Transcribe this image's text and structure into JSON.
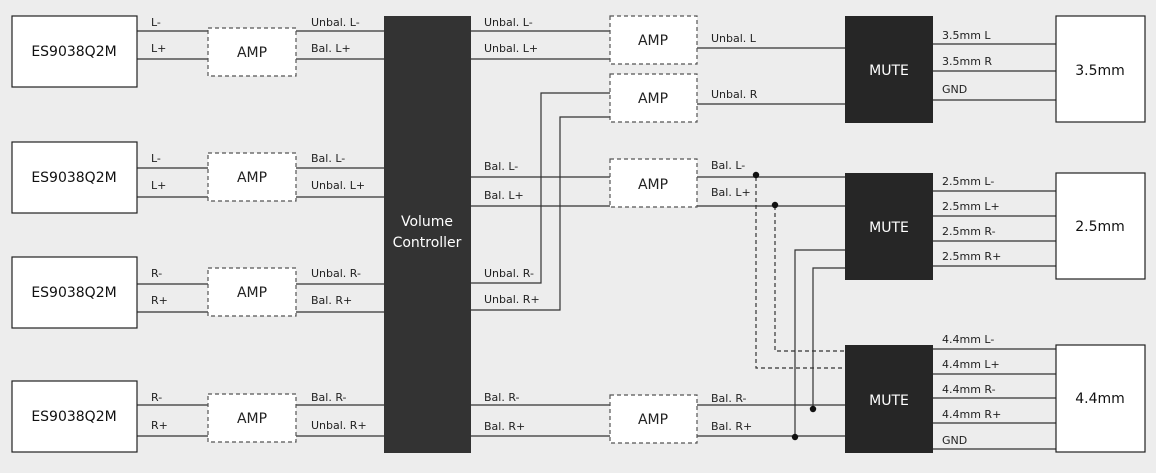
{
  "dacs": [
    {
      "label": "ES9038Q2M",
      "pin_top": "L-",
      "pin_bottom": "L+"
    },
    {
      "label": "ES9038Q2M",
      "pin_top": "L-",
      "pin_bottom": "L+"
    },
    {
      "label": "ES9038Q2M",
      "pin_top": "R-",
      "pin_bottom": "R+"
    },
    {
      "label": "ES9038Q2M",
      "pin_top": "R-",
      "pin_bottom": "R+"
    }
  ],
  "amp_label": "AMP",
  "input_amp_outputs": [
    {
      "top": "Unbal. L-",
      "bottom": "Bal. L+"
    },
    {
      "top": "Bal. L-",
      "bottom": "Unbal. L+"
    },
    {
      "top": "Unbal. R-",
      "bottom": "Bal. R+"
    },
    {
      "top": "Bal. R-",
      "bottom": "Unbal. R+"
    }
  ],
  "volume_controller": {
    "line1": "Volume",
    "line2": "Controller"
  },
  "vc_outputs": [
    "Unbal. L-",
    "Unbal. L+",
    "Bal. L-",
    "Bal. L+",
    "Unbal. R-",
    "Unbal. R+",
    "Bal. R-",
    "Bal. R+"
  ],
  "output_amp_labels": {
    "unbal_l": "Unbal. L",
    "unbal_r": "Unbal. R",
    "bal_l_minus": "Bal. L-",
    "bal_l_plus": "Bal. L+",
    "bal_r_minus": "Bal. R-",
    "bal_r_plus": "Bal. R+"
  },
  "mute_label": "MUTE",
  "mute_outputs": {
    "m35": [
      "3.5mm L",
      "3.5mm R",
      "GND"
    ],
    "m25": [
      "2.5mm L-",
      "2.5mm L+",
      "2.5mm R-",
      "2.5mm R+"
    ],
    "m44": [
      "4.4mm L-",
      "4.4mm L+",
      "4.4mm R-",
      "4.4mm R+",
      "GND"
    ]
  },
  "jacks": [
    "3.5mm",
    "2.5mm",
    "4.4mm"
  ]
}
